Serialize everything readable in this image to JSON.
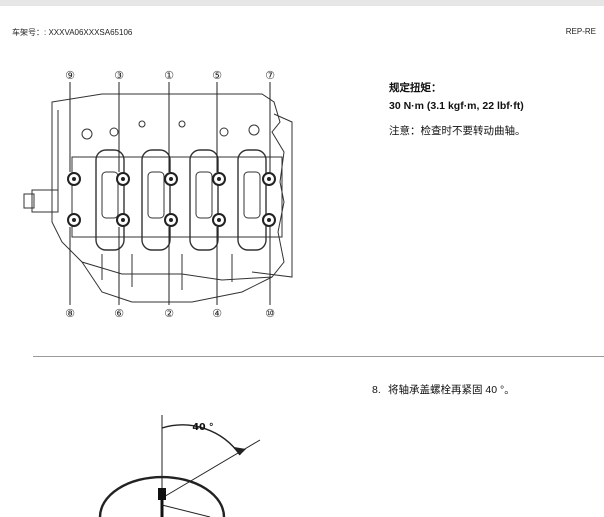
{
  "header": {
    "vin_label": "车架号：: XXXVA06XXXSA65106",
    "code": "REP-RE"
  },
  "diagram1": {
    "top_bolt_numbers": [
      "⑨",
      "③",
      "①",
      "⑤",
      "⑦"
    ],
    "bottom_bolt_numbers": [
      "⑧",
      "⑥",
      "②",
      "④",
      "⑩"
    ]
  },
  "spec": {
    "title": "规定扭矩：",
    "value": "30 N·m (3.1 kgf·m, 22 lbf·ft)",
    "note": "注意：检查时不要转动曲轴。"
  },
  "step": {
    "number": "8.",
    "text": "将轴承盖螺栓再紧固 40 °。"
  },
  "diagram2": {
    "angle_label": "40 °"
  }
}
